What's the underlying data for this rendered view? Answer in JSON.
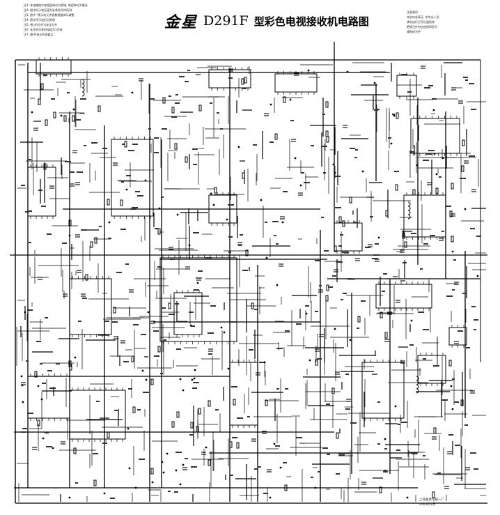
{
  "diagram": {
    "brand": "金星",
    "model": "D291F",
    "title": "型彩色电视接收机电路图"
  },
  "notes_left": [
    "注1: 本电路图中电阻值单位为欧姆, 电容单位为微法",
    "注2: 图中所示电压值为彩条信号时所测",
    "注3: 图中 *表示的元件参数根据实际调整",
    "注4: 箭头所示波形见附图",
    "注5: 带△的元件为安全元件",
    "注6: 未注明功率的电阻为1/6W",
    "注7: 图中I表示的测量点"
  ],
  "notes_right": [
    "注意事项",
    "本机内含高压, 非专业人员",
    "请勿自行打开后盖检修",
    "更换元件时应使用同型号",
    "规格的元件"
  ],
  "footer": [
    "上海金星电视一厂",
    "2001年1月"
  ]
}
